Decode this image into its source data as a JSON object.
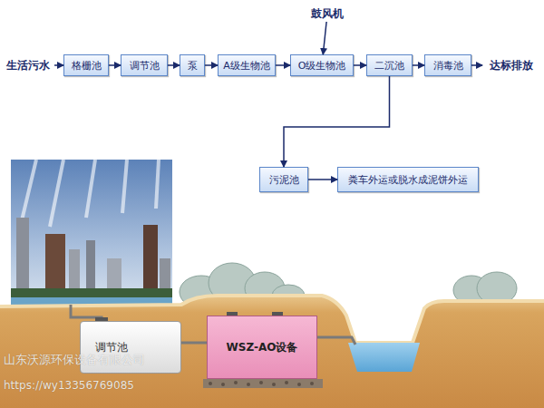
{
  "diagram": {
    "nodes": [
      {
        "text": [
          "鼓风机"
        ]
      },
      {
        "text": [
          "生活污水"
        ]
      },
      {
        "text": [
          "格栅池"
        ]
      },
      {
        "text": [
          "调节池"
        ]
      },
      {
        "text": [
          "泵"
        ]
      },
      {
        "text": [
          "A级生物池"
        ]
      },
      {
        "text": [
          "O级生物池"
        ]
      },
      {
        "text": [
          "二沉池"
        ]
      },
      {
        "text": [
          "消毒池"
        ]
      },
      {
        "text": [
          "达标排放"
        ]
      },
      {
        "text": [
          "污泥池"
        ]
      },
      {
        "text": [
          "粪车外运或脱水成泥饼外运"
        ]
      },
      {
        "text": [
          "调节池"
        ]
      },
      {
        "text": [
          "WSZ-AO设备"
        ]
      }
    ],
    "edges": [
      {
        "from": 1,
        "to": 2,
        "arrow": "to"
      },
      {
        "from": 2,
        "to": 3,
        "arrow": "to"
      },
      {
        "from": 3,
        "to": 4,
        "arrow": "to"
      },
      {
        "from": 4,
        "to": 5,
        "arrow": "to"
      },
      {
        "from": 0,
        "to": 6,
        "arrow": "to"
      },
      {
        "from": 5,
        "to": 6,
        "arrow": "to"
      },
      {
        "from": 6,
        "to": 7,
        "arrow": "to"
      },
      {
        "from": 7,
        "to": 8,
        "arrow": "to"
      },
      {
        "from": 8,
        "to": 9,
        "arrow": "to"
      },
      {
        "from": 7,
        "to": 10,
        "arrow": "to"
      },
      {
        "from": 10,
        "to": 11,
        "arrow": "to"
      }
    ],
    "labels": [
      "山东沃源环保设备有限公司",
      "https://wy13356769085"
    ]
  }
}
